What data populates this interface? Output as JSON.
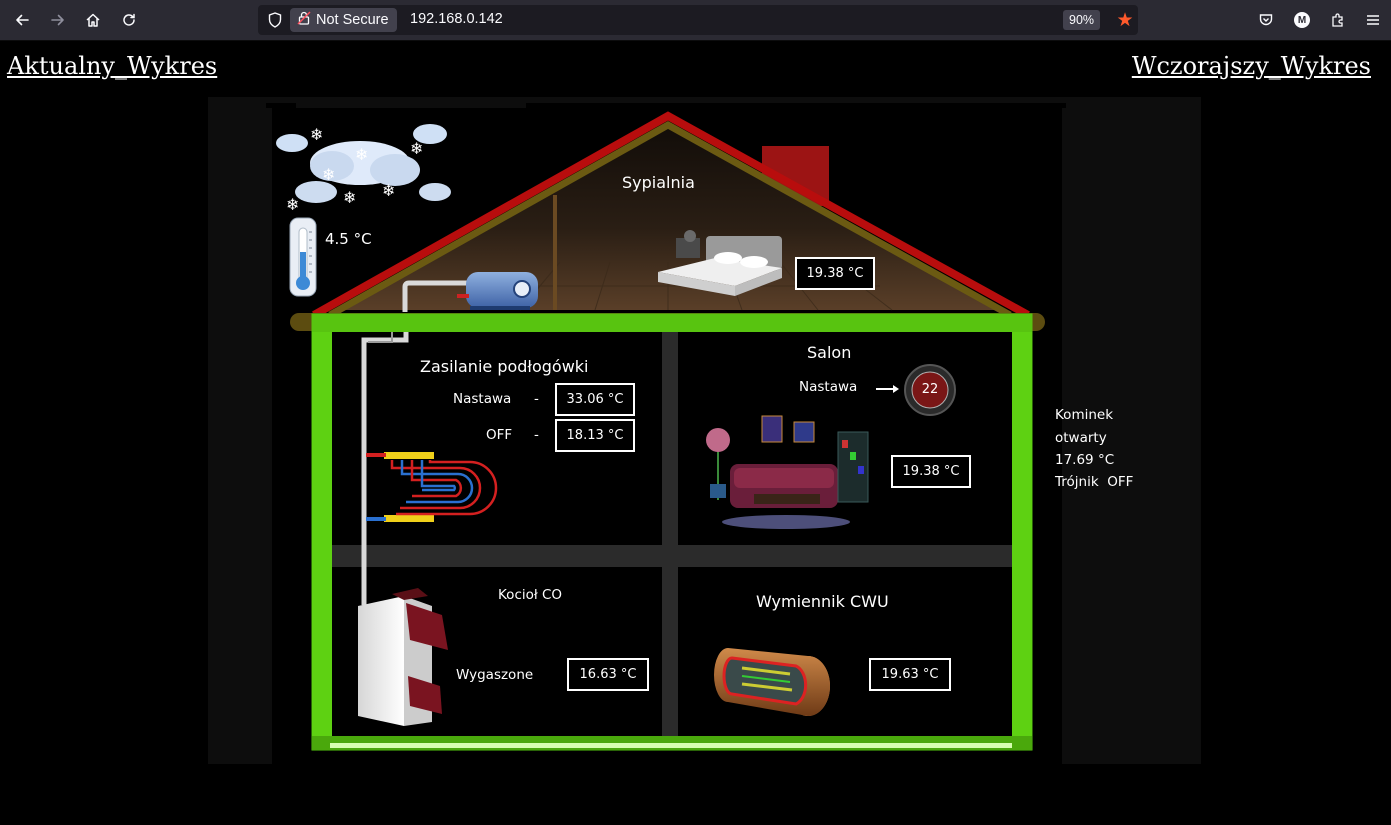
{
  "browser": {
    "security_label": "Not Secure",
    "url": "192.168.0.142",
    "zoom": "90%",
    "profile_initial": "M"
  },
  "links": {
    "current_chart": "Aktualny_Wykres",
    "yesterday_chart": "Wczorajszy_Wykres"
  },
  "outdoor": {
    "temperature": "4.5 °C"
  },
  "bedroom": {
    "name": "Sypialnia",
    "temperature": "19.38 °C"
  },
  "floor_heating": {
    "title": "Zasilanie podłogówki",
    "setpoint_label": "Nastawa",
    "setpoint_sep": "-",
    "setpoint_value": "33.06 °C",
    "state_label": "OFF",
    "state_sep": "-",
    "state_value": "18.13 °C"
  },
  "living_room": {
    "name": "Salon",
    "setpoint_label": "Nastawa",
    "thermostat_value": "22",
    "temperature": "19.38 °C"
  },
  "fireplace": {
    "line1": "Kominek",
    "line2": "otwarty",
    "line3": "17.69 °C",
    "line4": "Trójnik  OFF"
  },
  "boiler": {
    "name": "Kocioł CO",
    "state": "Wygaszone",
    "temperature": "16.63 °C"
  },
  "exchanger": {
    "name": "Wymiennik CWU",
    "temperature": "19.63 °C"
  },
  "colors": {
    "frame_green": "#55c80e",
    "roof_red": "#b80d0d",
    "roof_olive": "#6b5a12",
    "chimney": "#9c1414"
  }
}
